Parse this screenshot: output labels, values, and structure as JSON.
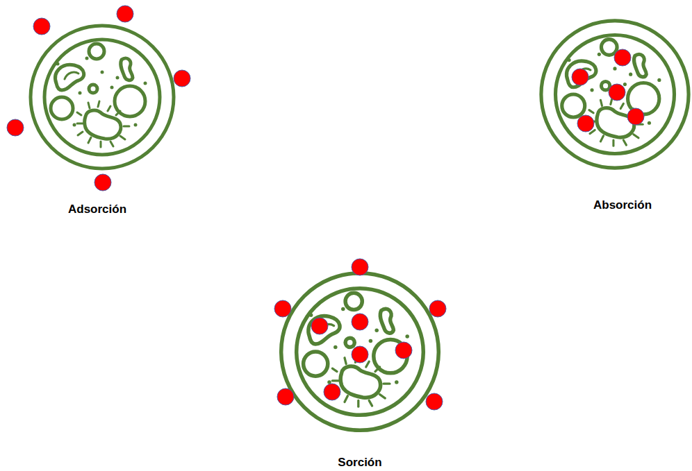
{
  "diagram": {
    "labels": [
      "Adsorción",
      "Absorción",
      "Sorción"
    ]
  }
}
